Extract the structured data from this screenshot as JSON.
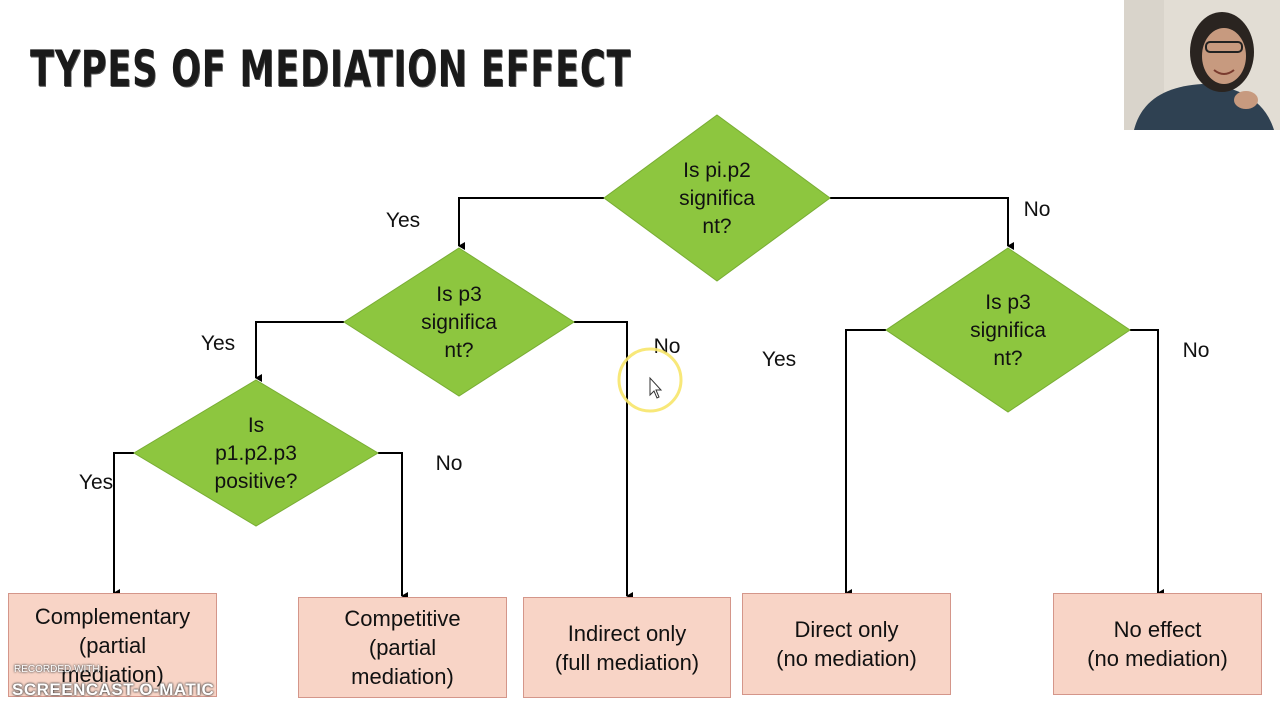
{
  "slide": {
    "title": "TYPES OF MEDIATION EFFECT"
  },
  "diagram": {
    "decisions": [
      {
        "id": "d1",
        "lines": [
          "Is pi.p2",
          "significa",
          "nt?"
        ]
      },
      {
        "id": "d2",
        "lines": [
          "Is p3",
          "significa",
          "nt?"
        ]
      },
      {
        "id": "d3",
        "lines": [
          "Is p3",
          "significa",
          "nt?"
        ]
      },
      {
        "id": "d4",
        "lines": [
          "Is",
          "p1.p2.p3",
          "positive?"
        ]
      }
    ],
    "edge_labels": {
      "d1_yes": "Yes",
      "d1_no": "No",
      "d2_yes": "Yes",
      "d2_no": "No",
      "d3_yes": "Yes",
      "d3_no": "No",
      "d4_yes": "Yes",
      "d4_no": "No"
    },
    "outcomes": {
      "complementary": "Complementary\n(partial\nmediation)",
      "competitive": "Competitive\n(partial\nmediation)",
      "indirect_only": "Indirect only\n(full mediation)",
      "direct_only": "Direct only\n(no mediation)",
      "no_effect": "No effect\n(no mediation)"
    },
    "colors": {
      "decision_fill": "#8dc63f",
      "outcome_fill": "#f8d4c6",
      "cursor_highlight": "#f7e66a"
    }
  },
  "watermark": {
    "small": "RECORDED WITH",
    "big": "SCREENCAST-O-MATIC"
  }
}
